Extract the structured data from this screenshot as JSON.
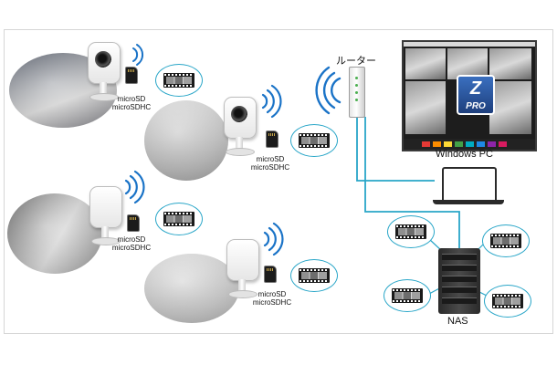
{
  "router": {
    "label": "ルーター"
  },
  "pc": {
    "label": "Windows PC"
  },
  "nas": {
    "label": "NAS"
  },
  "cameras": [
    {
      "sd_line1": "microSD",
      "sd_line2": "microSDHC"
    },
    {
      "sd_line1": "microSD",
      "sd_line2": "microSDHC"
    },
    {
      "sd_line1": "microSD",
      "sd_line2": "microSDHC"
    },
    {
      "sd_line1": "microSD",
      "sd_line2": "microSDHC"
    }
  ],
  "monitor": {
    "logo_letter": "Z",
    "logo_text": "PRO"
  },
  "colors": {
    "network_line": "#29a6c8",
    "wifi": "#1a73c7",
    "nas_body": "#333333"
  }
}
